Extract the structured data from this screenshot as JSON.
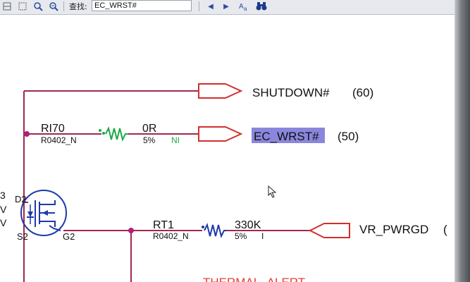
{
  "toolbar": {
    "find_label": "查找:",
    "find_value": "EC_WRST#",
    "prev_arrow": "◀",
    "next_arrow": "▶"
  },
  "schematic": {
    "nets": {
      "shutdown": "SHUTDOWN#",
      "shutdown_page": "(60)",
      "ec_wrst": "EC_WRST#",
      "ec_wrst_page": "(50)",
      "vr_pwrgd": "VR_PWRGD",
      "vr_pwrgd_page": "(",
      "thermal_alert": "THERMAL_ALERT"
    },
    "r170": {
      "ref": "RI70",
      "footprint": "R0402_N",
      "value": "0R",
      "tolerance": "5%",
      "note": "NI"
    },
    "rt1": {
      "ref": "RT1",
      "footprint": "R0402_N",
      "value": "330K",
      "tolerance": "5%",
      "note": "I"
    },
    "mosfet": {
      "d_pin": "D2",
      "s_pin": "S2",
      "g_pin": "G2",
      "left_a": "3",
      "left_b": "V",
      "left_c": "V"
    }
  },
  "colors": {
    "wire": "#a0294a",
    "port": "#d32f2f",
    "resistor_ni": "#1fa84a",
    "resistor_pop": "#1e3aa8",
    "mosfet": "#1e3aa8",
    "highlight": "#8b86dd",
    "thermal_text": "#e0413a"
  }
}
